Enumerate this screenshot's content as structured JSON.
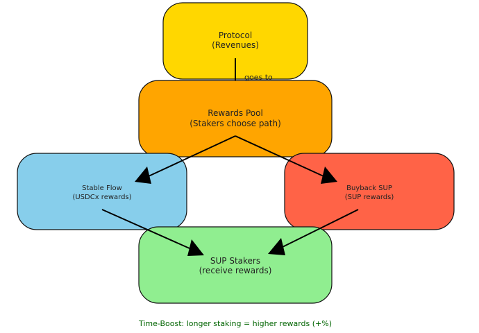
{
  "nodes": {
    "protocol": {
      "line1": "Protocol",
      "line2": "(Revenues)",
      "color": "#FFD700"
    },
    "rewards_pool": {
      "line1": "Rewards Pool",
      "line2": "(Stakers choose path)",
      "color": "#FFA500"
    },
    "stable_flow": {
      "line1": "Stable Flow",
      "line2": "(USDCx rewards)",
      "color": "#87CEEB"
    },
    "buyback_sup": {
      "line1": "Buyback SUP",
      "line2": "(SUP rewards)",
      "color": "#FF6347"
    },
    "sup_stakers": {
      "line1": "SUP Stakers",
      "line2": "(receive rewards)",
      "color": "#90EE90"
    }
  },
  "edges": {
    "protocol_to_pool_label": "goes to"
  },
  "footer": {
    "note": "Time-Boost: longer staking = higher rewards (+%)",
    "color": "#006400"
  }
}
